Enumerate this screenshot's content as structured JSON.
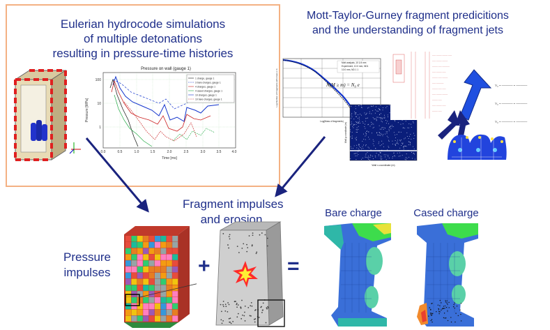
{
  "hydrocode_panel": {
    "title_lines": [
      "Eulerian hydrocode simulations",
      "of multiple detonations",
      "resulting in pressure-time histories"
    ],
    "chart_title": "Pressure on wall (gauge 1)",
    "y_axis_label": "Pressure [MPa]",
    "x_axis_label": "Time [ms]",
    "x_ticks": [
      "0.0",
      "0.5",
      "1.0",
      "1.5",
      "2.0",
      "2.5",
      "3.0",
      "3.5",
      "4.0"
    ],
    "y_ticks": [
      "100",
      "10",
      "1"
    ],
    "legend": [
      "1 charge, gauge 1",
      "3 bare charges, gauge 1",
      "4 charges, gauge 1",
      "4 cased charges, gauge 1",
      "10 charges, gauge 1",
      "10 bare charges, gauge 1"
    ],
    "colors": {
      "box_border": "#f4b183",
      "text": "#1f2f8a"
    }
  },
  "mtg_panel": {
    "title_lines": [
      "Mott-Taylor-Gurney fragment predicitions",
      "and the understanding of fragment jets"
    ],
    "plot_legend": [
      "Mott analysis, 10 1/4 mm",
      "Experiment, 10.0 mm, ND1",
      "10.0 mm, ND 1 1"
    ],
    "formula": "N(M ≥ m) = N₀ e",
    "x_axis_label": "Log(Mass of fragments)",
    "y_axis_label": "Log Number of Fragments with mass ≥ m",
    "scatter_x_label": "Wall x-coordinate (m)",
    "scatter_y_label": "Wall y-coordinate (m)"
  },
  "bottom": {
    "pressure_label_lines": [
      "Pressure",
      "impulses"
    ],
    "fragment_label_lines": [
      "Fragment impulses",
      "and erosion"
    ],
    "plus": "+",
    "equals": "=",
    "bare_label": "Bare charge",
    "cased_label": "Cased charge"
  }
}
